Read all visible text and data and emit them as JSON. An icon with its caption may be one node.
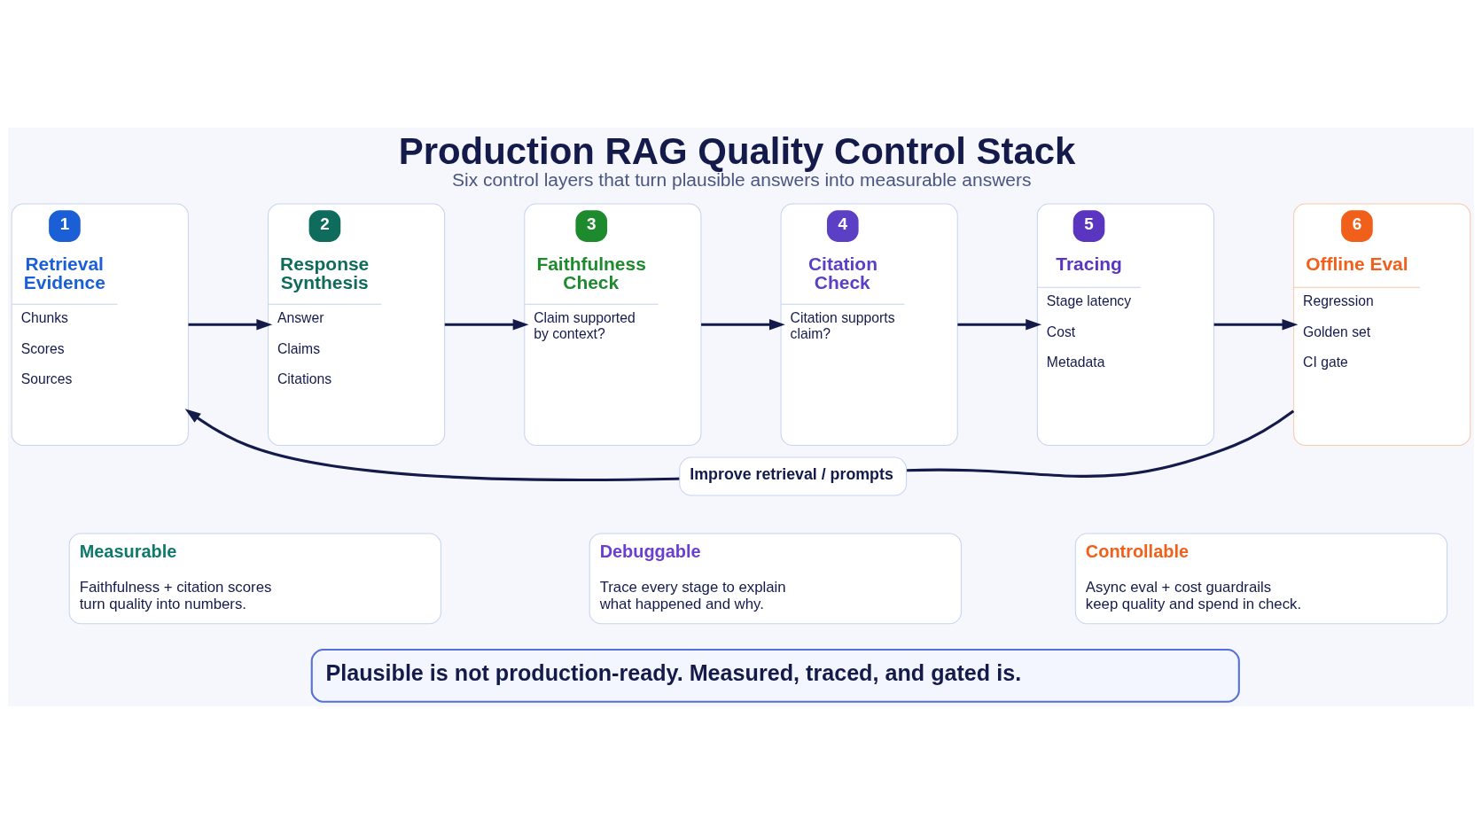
{
  "diagram": {
    "title": "Production RAG Quality Control Stack",
    "caption": "Six control layers that turn plausible answers into measurable answers",
    "nodes": [
      {
        "text": [
          "1",
          "Retrieval Evidence",
          "Chunks",
          "Scores",
          "Sources"
        ]
      },
      {
        "text": [
          "2",
          "Response Synthesis",
          "Answer",
          "Claims",
          "Citations"
        ]
      },
      {
        "text": [
          "3",
          "Faithfulness Check",
          "Claim supported by context?"
        ]
      },
      {
        "text": [
          "4",
          "Citation Check",
          "Citation supports claim?"
        ]
      },
      {
        "text": [
          "5",
          "Tracing",
          "Stage latency",
          "Cost",
          "Metadata"
        ]
      },
      {
        "text": [
          "6",
          "Offline Eval",
          "Regression",
          "Golden set",
          "CI gate"
        ]
      },
      {
        "text": [
          "Measurable",
          "Faithfulness + citation scores turn quality into numbers."
        ]
      },
      {
        "text": [
          "Debuggable",
          "Trace every stage to explain what happened and why."
        ]
      },
      {
        "text": [
          "Controllable",
          "Async eval + cost guardrails keep quality and spend in check."
        ]
      },
      {
        "text": [
          "Plausible is not production-ready. Measured, traced, and gated is."
        ]
      }
    ],
    "edges": [
      {
        "from": 0,
        "to": 1,
        "arrow": "to"
      },
      {
        "from": 1,
        "to": 2,
        "arrow": "to"
      },
      {
        "from": 2,
        "to": 3,
        "arrow": "to"
      },
      {
        "from": 3,
        "to": 4,
        "arrow": "to"
      },
      {
        "from": 4,
        "to": 5,
        "arrow": "to"
      },
      {
        "from": 5,
        "to": 0,
        "arrow": "to",
        "label": "Improve retrieval / prompts"
      }
    ]
  }
}
